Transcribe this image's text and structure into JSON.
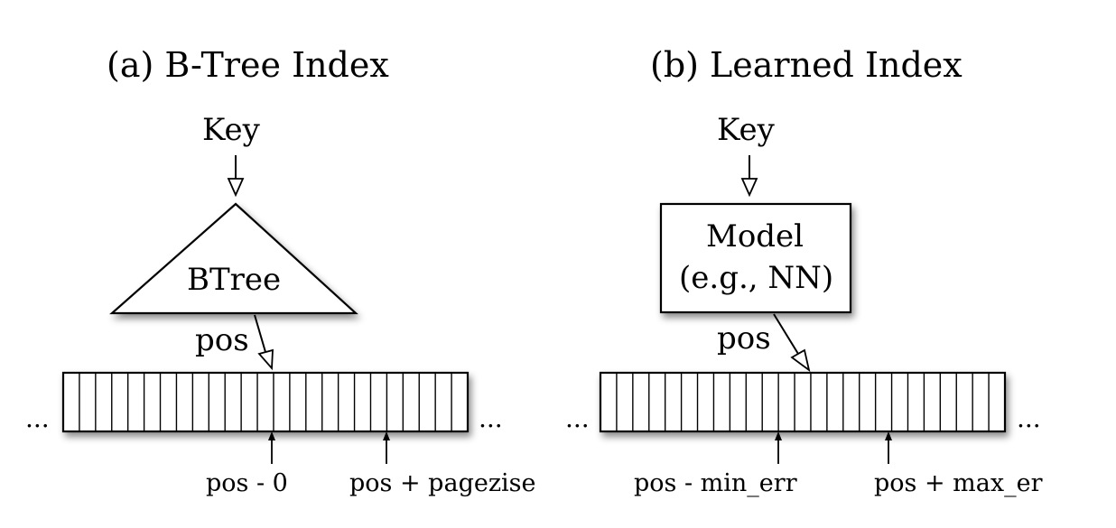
{
  "panel_a": {
    "title": "(a) B-Tree Index",
    "key_label": "Key",
    "node_label": "BTree",
    "pos_label": "pos",
    "left_ellipsis": "...",
    "right_ellipsis": "...",
    "marker_left": "pos - 0",
    "marker_right": "pos + pagezise"
  },
  "panel_b": {
    "title": "(b) Learned Index",
    "key_label": "Key",
    "model_line1": "Model",
    "model_line2": "(e.g., NN)",
    "pos_label": "pos",
    "left_ellipsis": "...",
    "right_ellipsis": "...",
    "marker_left": "pos - min_err",
    "marker_right": "pos + max_er"
  }
}
